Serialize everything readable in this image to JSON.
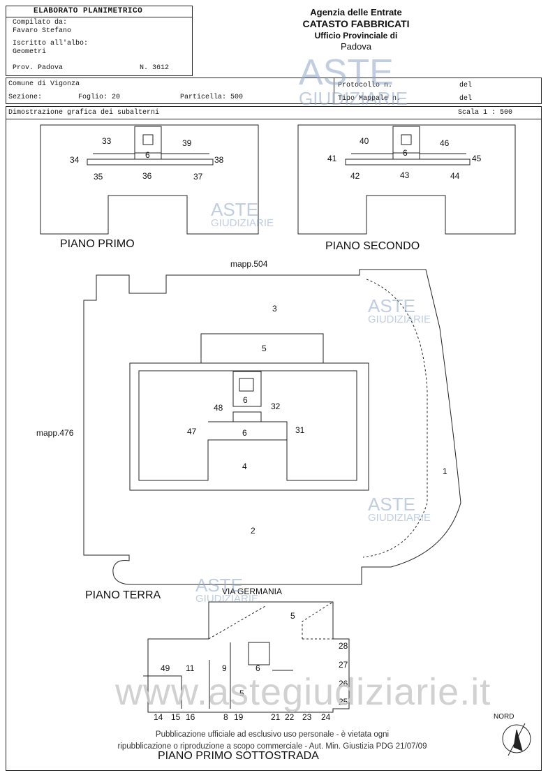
{
  "header": {
    "title": "ELABORATO PLANIMETRICO",
    "compilato_label": "Compilato da:",
    "compilato_name": "Favaro Stefano",
    "iscritto_label": "Iscritto all'albo:",
    "iscritto_value": "Geometri",
    "prov": "Prov. Padova",
    "numero": "N. 3612"
  },
  "agency": {
    "line1": "Agenzia delle Entrate",
    "line2": "CATASTO FABBRICATI",
    "line3": "Ufficio Provinciale di",
    "line4": "Padova"
  },
  "info": {
    "comune": "Comune di Vigonza",
    "sezione": "Sezione:",
    "foglio": "Foglio: 20",
    "particella": "Particella: 500",
    "protocollo": "Protocollo n.",
    "tipo_mappale": "Tipo Mappale n.",
    "del1": "del",
    "del2": "del",
    "dimostrazione": "Dimostrazione grafica dei subalterni",
    "scala": "Scala 1 : 500"
  },
  "floors": {
    "primo": "PIANO PRIMO",
    "secondo": "PIANO SECONDO",
    "terra": "PIANO TERRA",
    "sottostrada": "PIANO PRIMO SOTTOSTRADA"
  },
  "labels": {
    "mapp504": "mapp.504",
    "mapp476": "mapp.476",
    "via": "VIA GERMANIA",
    "nord": "NORD",
    "primo_nums": [
      "33",
      "6",
      "39",
      "34",
      "38",
      "35",
      "36",
      "37"
    ],
    "secondo_nums": [
      "40",
      "6",
      "46",
      "41",
      "45",
      "42",
      "43",
      "44"
    ],
    "terra_nums": [
      "3",
      "5",
      "6",
      "48",
      "32",
      "47",
      "6",
      "31",
      "4",
      "1",
      "2"
    ],
    "sotto_nums": [
      "5",
      "28",
      "27",
      "26",
      "25",
      "49",
      "11",
      "9",
      "6",
      "5",
      "14",
      "15",
      "16",
      "8",
      "19",
      "21",
      "22",
      "23",
      "24"
    ]
  },
  "watermarks": {
    "aste": "ASTE",
    "giudiziarie": "GIUDIZIARIE",
    "site": "www.astegiudiziarie.it",
    "notice1": "Pubblicazione ufficiale ad esclusivo uso personale - è vietata ogni",
    "notice2": "ripubblicazione o riproduzione a scopo commerciale - Aut. Min. Giustizia PDG 21/07/09"
  }
}
